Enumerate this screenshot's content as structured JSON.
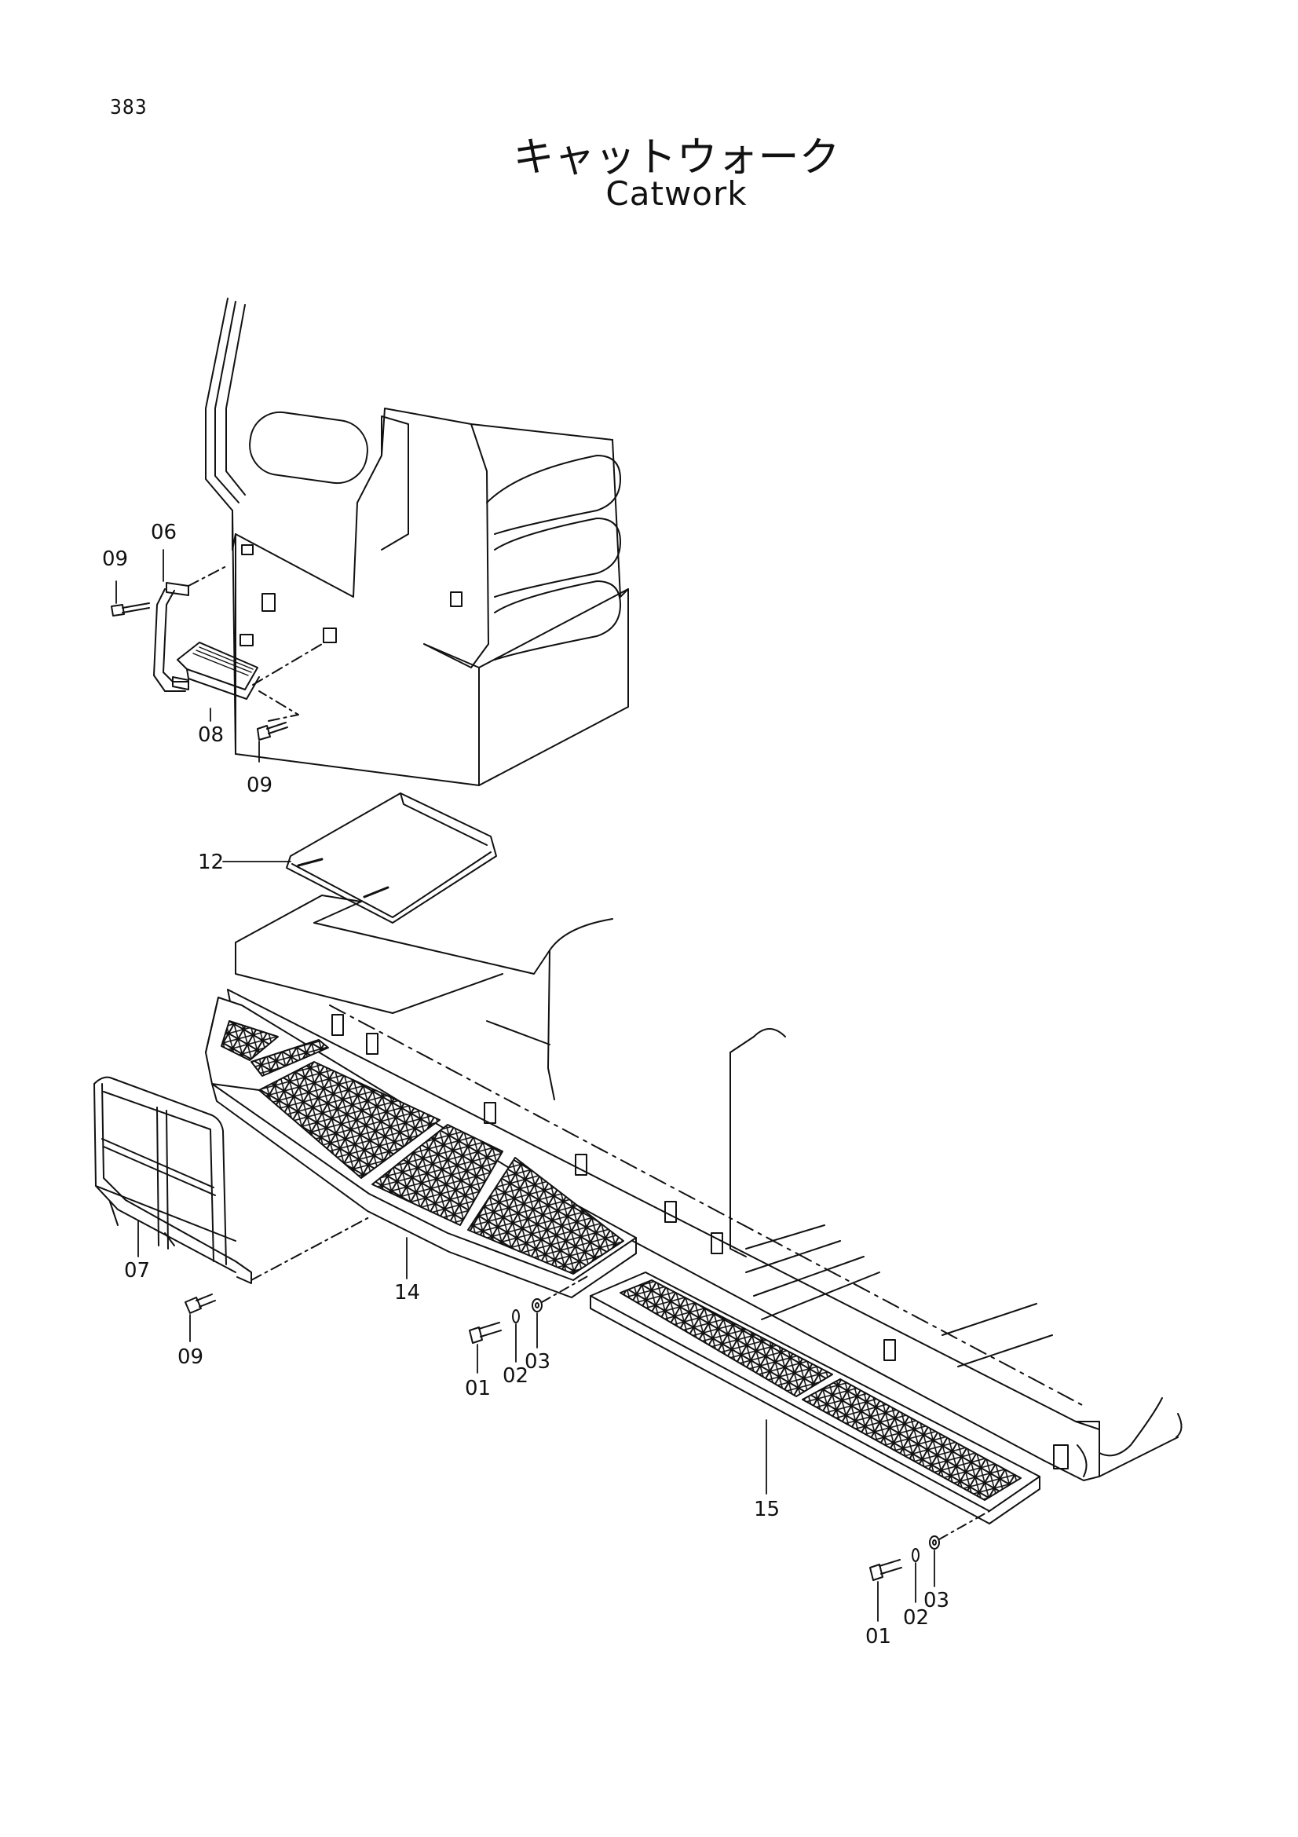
{
  "page": {
    "number": "383",
    "title_japanese": "キャットウォーク",
    "title_english": "Catwork"
  },
  "callouts": [
    {
      "id": "c09a",
      "label": "09"
    },
    {
      "id": "c06",
      "label": "06"
    },
    {
      "id": "c08",
      "label": "08"
    },
    {
      "id": "c09b",
      "label": "09"
    },
    {
      "id": "c12",
      "label": "12"
    },
    {
      "id": "c07",
      "label": "07"
    },
    {
      "id": "c14",
      "label": "14"
    },
    {
      "id": "c09c",
      "label": "09"
    },
    {
      "id": "c01a",
      "label": "01"
    },
    {
      "id": "c02a",
      "label": "02"
    },
    {
      "id": "c03a",
      "label": "03"
    },
    {
      "id": "c15",
      "label": "15"
    },
    {
      "id": "c01b",
      "label": "01"
    },
    {
      "id": "c02b",
      "label": "02"
    },
    {
      "id": "c03b",
      "label": "03"
    }
  ],
  "colors": {
    "ink": "#111111",
    "paper": "#ffffff"
  }
}
